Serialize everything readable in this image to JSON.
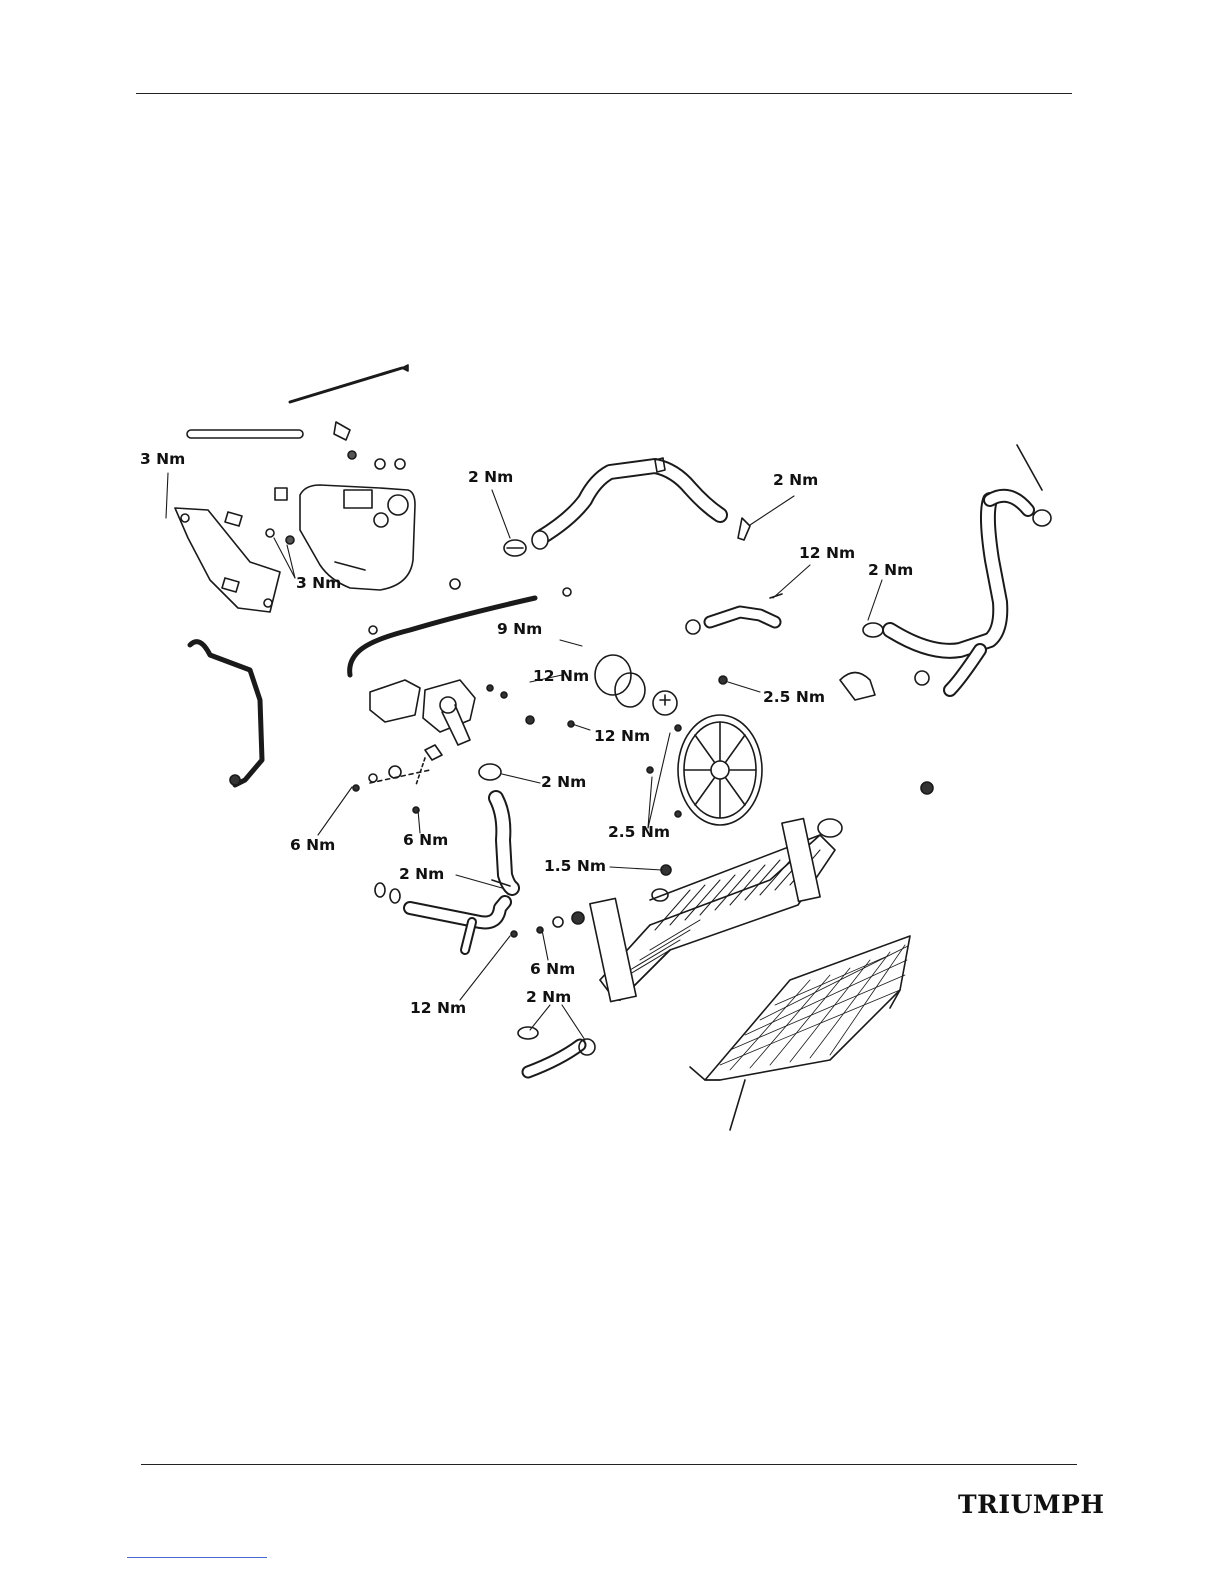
{
  "diagram": {
    "torque_labels": {
      "expansion_bracket": "3 Nm",
      "expansion_tank": "3 Nm",
      "upper_hose_left_clip": "2 Nm",
      "upper_hose_right_clip": "2 Nm",
      "outlet_elbow_bolt": "12 Nm",
      "right_hose_clip": "2 Nm",
      "thermostat_bolt_upper": "9 Nm",
      "thermostat_housing_bolt": "12 Nm",
      "fan_bracket_bolt": "2.5 Nm",
      "pump_bolt": "12 Nm",
      "lower_hose_clip": "2 Nm",
      "fan_mount_bolts": "2.5 Nm",
      "pipe_bolt_left": "6 Nm",
      "pipe_bolt_mid": "6 Nm",
      "drain_hose_clip": "2 Nm",
      "radiator_cap_bolt": "1.5 Nm",
      "radiator_lower_bolt": "6 Nm",
      "inlet_pipe_bolt": "12 Nm",
      "bypass_hose_clips": "2 Nm"
    }
  },
  "footer": {
    "brand": "TRIUMPH"
  }
}
